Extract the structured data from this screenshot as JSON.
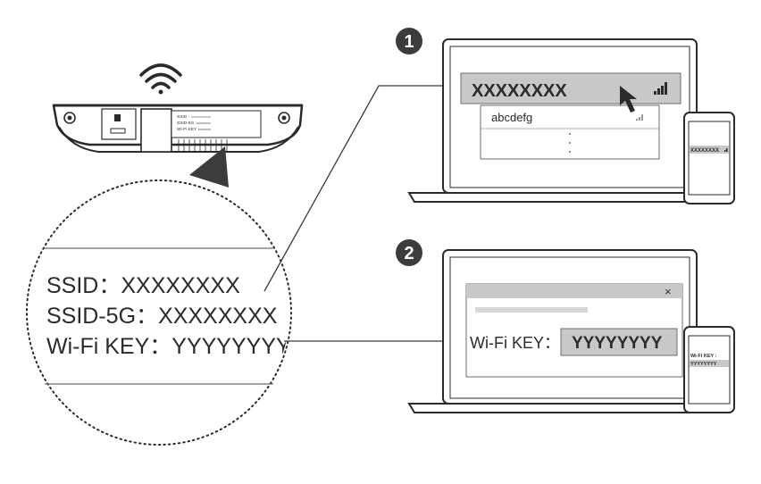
{
  "router_label": {
    "ssid": "SSID :",
    "ssid_5g": "SSID-5G :",
    "wifi_key": "Wi-Fi KEY :"
  },
  "magnified_label": {
    "ssid_line": "SSID：XXXXXXXX",
    "ssid_5g_line": "SSID-5G：XXXXXXXX",
    "wifi_key_line": "Wi-Fi KEY：YYYYYYYY"
  },
  "step1": {
    "number": "1",
    "selected_network": "XXXXXXXX",
    "other_network": "abcdefg",
    "more_indicator": "⋮",
    "phone_network": "XXXXXXXX"
  },
  "step2": {
    "number": "2",
    "dialog_close": "×",
    "key_label": "Wi-Fi KEY：",
    "key_value": "YYYYYYYY",
    "phone_key_label": "Wi-Fi KEY :",
    "phone_key_value": "YYYYYYYY"
  },
  "colors": {
    "line": "#3a3a3a",
    "highlight": "#c8c8c8",
    "device_body": "#3c3c3c"
  },
  "icons": [
    "wifi-icon",
    "signal-strength-icon",
    "mouse-cursor-icon",
    "close-icon",
    "pointer-arrow-icon"
  ]
}
